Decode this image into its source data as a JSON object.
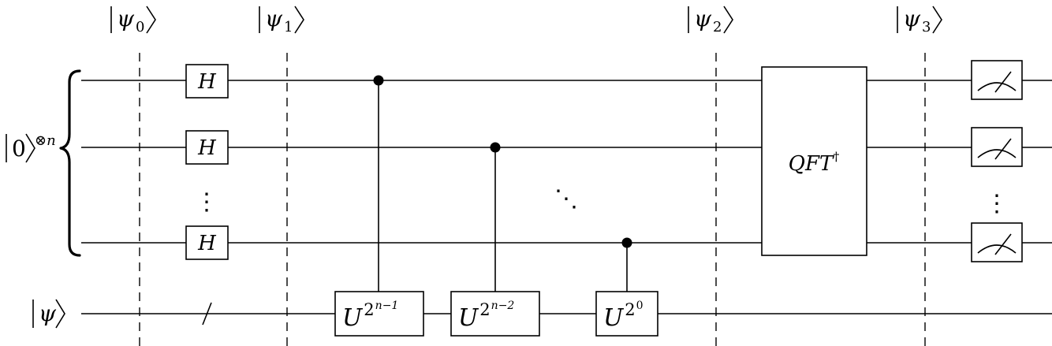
{
  "state_labels": {
    "psi0": {
      "symbol": "ψ",
      "sub": "0"
    },
    "psi1": {
      "symbol": "ψ",
      "sub": "1"
    },
    "psi2": {
      "symbol": "ψ",
      "sub": "2"
    },
    "psi3": {
      "symbol": "ψ",
      "sub": "3"
    }
  },
  "inputs": {
    "register": {
      "ket": "0",
      "power": "⊗n"
    },
    "target": {
      "ket": "ψ"
    }
  },
  "gates": {
    "hadamard": "H",
    "u_base": "U",
    "u1_exp_base": "2",
    "u1_exp_sup": "n−1",
    "u2_exp_base": "2",
    "u2_exp_sup": "n−2",
    "u3_exp_base": "2",
    "u3_exp_sup": "0",
    "qft_text": "QFT",
    "qft_dagger": "†"
  },
  "ellipsis": {
    "vertical": "⋮",
    "diagonal": "⋱"
  }
}
